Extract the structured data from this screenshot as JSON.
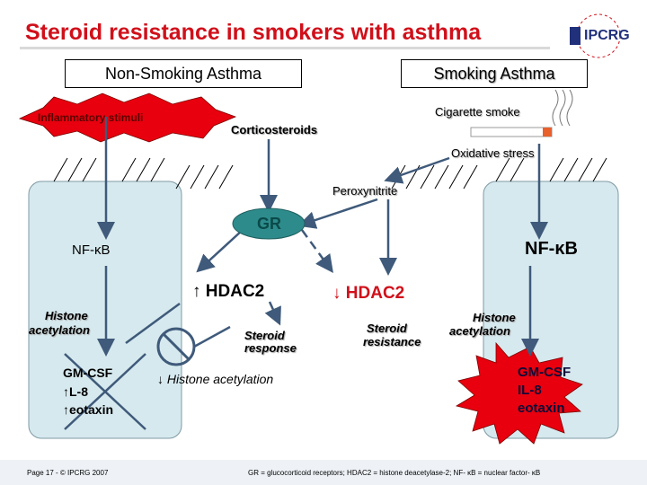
{
  "slide": {
    "title": "Steroid resistance in smokers with asthma",
    "logo_text": "IPCRG",
    "panel_left_label": "Non-Smoking Asthma",
    "panel_right_label": "Smoking Asthma",
    "inflammatory_stimuli": "Inflammatory stimuli",
    "corticosteroids": "Corticosteroids",
    "cigarette_smoke": "Cigarette smoke",
    "oxidative_stress": "Oxidative stress",
    "peroxynitrite": "Peroxynitrite",
    "gr": "GR",
    "nfkb_left": "NF-κB",
    "nfkb_right": "NF-κB",
    "hdac2_up": "↑ HDAC2",
    "hdac2_down": "↓ HDAC2",
    "histone_acetylation_left_1": "Histone",
    "histone_acetylation_left_2": "acetylation",
    "histone_acetylation_right_1": "Histone",
    "histone_acetylation_right_2": "acetylation",
    "steroid_response_1": "Steroid",
    "steroid_response_2": "response",
    "steroid_resistance_1": "Steroid",
    "steroid_resistance_2": "resistance",
    "histone_acetylation_down": "↓ Histone acetylation",
    "left_gene_1": "GM-CSF",
    "left_gene_2": "↑L-8",
    "left_gene_3": "↑eotaxin",
    "right_gene_1": "GM-CSF",
    "right_gene_2": "IL-8",
    "right_gene_3": "eotaxin",
    "footer_page": "Page 17 - © IPCRG 2007",
    "footer_note": "GR = glucocorticoid receptors; HDAC2 = histone deacetylase-2; NF- κB = nuclear factor- κB"
  },
  "colors": {
    "title": "#d0101a",
    "burst": "#e8000e",
    "cell_fill": "#d6e9ee",
    "gr_fill": "#2e8b8b",
    "arrow": "#3f5a7a"
  }
}
